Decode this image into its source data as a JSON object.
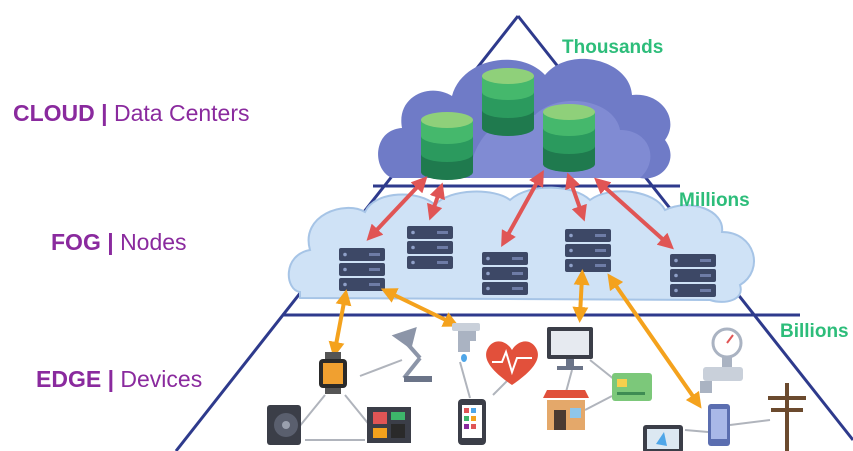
{
  "layers": {
    "cloud": {
      "name": "CLOUD",
      "sep": "|",
      "desc": "Data Centers",
      "count": "Thousands"
    },
    "fog": {
      "name": "FOG",
      "sep": "|",
      "desc": "Nodes",
      "count": "Millions"
    },
    "edge": {
      "name": "EDGE",
      "sep": "|",
      "desc": "Devices",
      "count": "Billions"
    }
  },
  "colors": {
    "label_purple": "#8a2a9e",
    "count_green": "#2dbd7a",
    "pyramid_line": "#2e3a8c",
    "cloud_fill": "#6f7bc7",
    "fog_fill": "#cfe2f6",
    "arrow_red": "#e05555",
    "arrow_orange": "#f4a21d",
    "db_green": "#3db56a",
    "server_dark": "#3d4866"
  },
  "icons": [
    "database-icon",
    "server-icon",
    "smartwatch-icon",
    "desk-lamp-icon",
    "faucet-icon",
    "heart-rate-icon",
    "monitor-icon",
    "smartphone-icon",
    "shop-icon",
    "credit-card-icon",
    "gas-meter-icon",
    "power-pole-icon",
    "navigation-tablet-icon",
    "hard-drive-icon",
    "circuit-board-icon"
  ]
}
